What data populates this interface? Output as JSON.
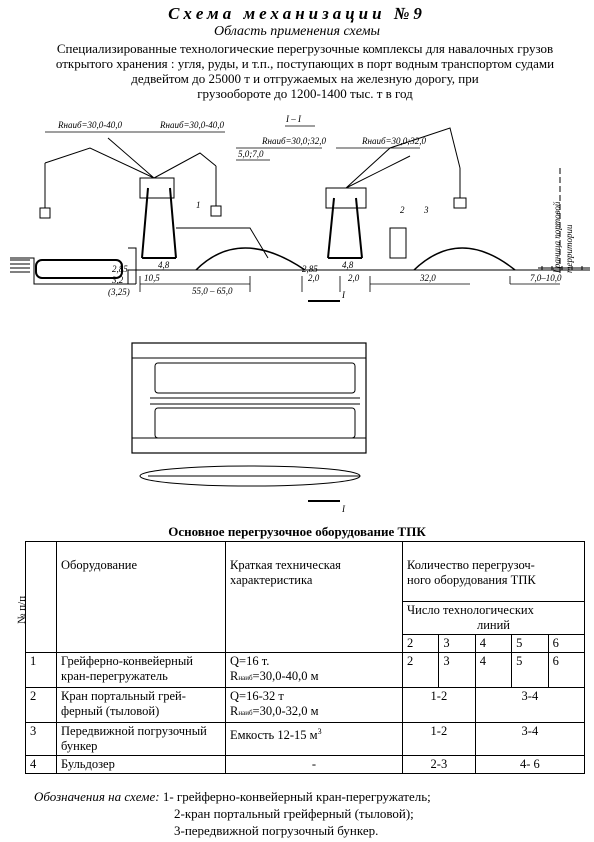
{
  "header": {
    "title": "Схема механизации №9",
    "subtitle": "Область применения схемы",
    "description_lines": [
      "Специализированные технологические перегрузочные комплексы для навалочных грузов",
      "открытого хранения : угля, руды, и т.п., поступающих в порт водным транспортом судами",
      "дедвейтом до 25000 т и отгружаемых на железную дорогу, при",
      "грузообороте до 1200-1400 тыс. т в год"
    ]
  },
  "drawing": {
    "dim_r1": "Rнаиб=30,0-40,0",
    "dim_r2": "Rнаиб=30,0-40,0",
    "section_label": "I – I",
    "dim_r3": "Rнаиб=30,0;32,0",
    "dim_r4": "Rнаиб=30,0;32,0",
    "dim_5": "5,0;7,0",
    "callout_1": "1",
    "callout_2": "2",
    "callout_3": "3",
    "border_label_1": "Граница портовой",
    "border_label_2": "территории",
    "dim_285a": "2,85",
    "dim_32": "3,2",
    "dim_325": "(3,25)",
    "dim_105": "10,5",
    "dim_48a": "4,8",
    "dim_285b": "2,85",
    "dim_48b": "4,8",
    "dim_20a": "2,0",
    "dim_20b": "2,0",
    "dim_320": "32,0",
    "dim_100": "7,0–10,0",
    "dim_span": "55,0 – 65,0",
    "cut_label_top": "I",
    "cut_label_bottom": "I"
  },
  "table": {
    "title": "Основное перегрузочное оборудование ТПК",
    "headers": {
      "num": "№ п/п",
      "equipment": "Оборудование",
      "spec_line1": "Краткая техническая",
      "spec_line2": "характеристика",
      "qty_line1": "Количество перегрузоч-",
      "qty_line2": "ного оборудования ТПК",
      "lines_line1": "Число технологических",
      "lines_line2": "линий",
      "line_counts": [
        "2",
        "3",
        "4",
        "5",
        "6"
      ]
    },
    "rows": [
      {
        "num": "1",
        "name_line1": "Грейферно-конвейерный",
        "name_line2": "кран-перегружатель",
        "spec_line1": "Q=16 т.",
        "spec_r": "R",
        "spec_r_sub": "наиб",
        "spec_r_val": "=30,0-40,0 м",
        "values": [
          "2",
          "3",
          "4",
          "5",
          "6"
        ]
      },
      {
        "num": "2",
        "name_line1": "Кран портальный грей-",
        "name_line2": "ферный (тыловой)",
        "spec_line1": "Q=16-32 т",
        "spec_r": "R",
        "spec_r_sub": "наиб",
        "spec_r_val": "=30,0-32,0 м",
        "group_a": "1-2",
        "group_b": "3-4"
      },
      {
        "num": "3",
        "name_line1": "Передвижной погрузочный",
        "name_line2": "бункер",
        "spec_line1": "Емкость 12-15 м",
        "spec_sup": "3",
        "group_a": "1-2",
        "group_b": "3-4"
      },
      {
        "num": "4",
        "name_line1": "Бульдозер",
        "spec_line1": "-",
        "group_a": "2-3",
        "group_b": "4- 6"
      }
    ]
  },
  "legend": {
    "label": "Обозначения на схеме:",
    "item1": "1- грейферно-конвейерный кран-перегружатель;",
    "item2": "2-кран портальный грейферный (тыловой);",
    "item3": "3-передвижной погрузочный бункер."
  }
}
